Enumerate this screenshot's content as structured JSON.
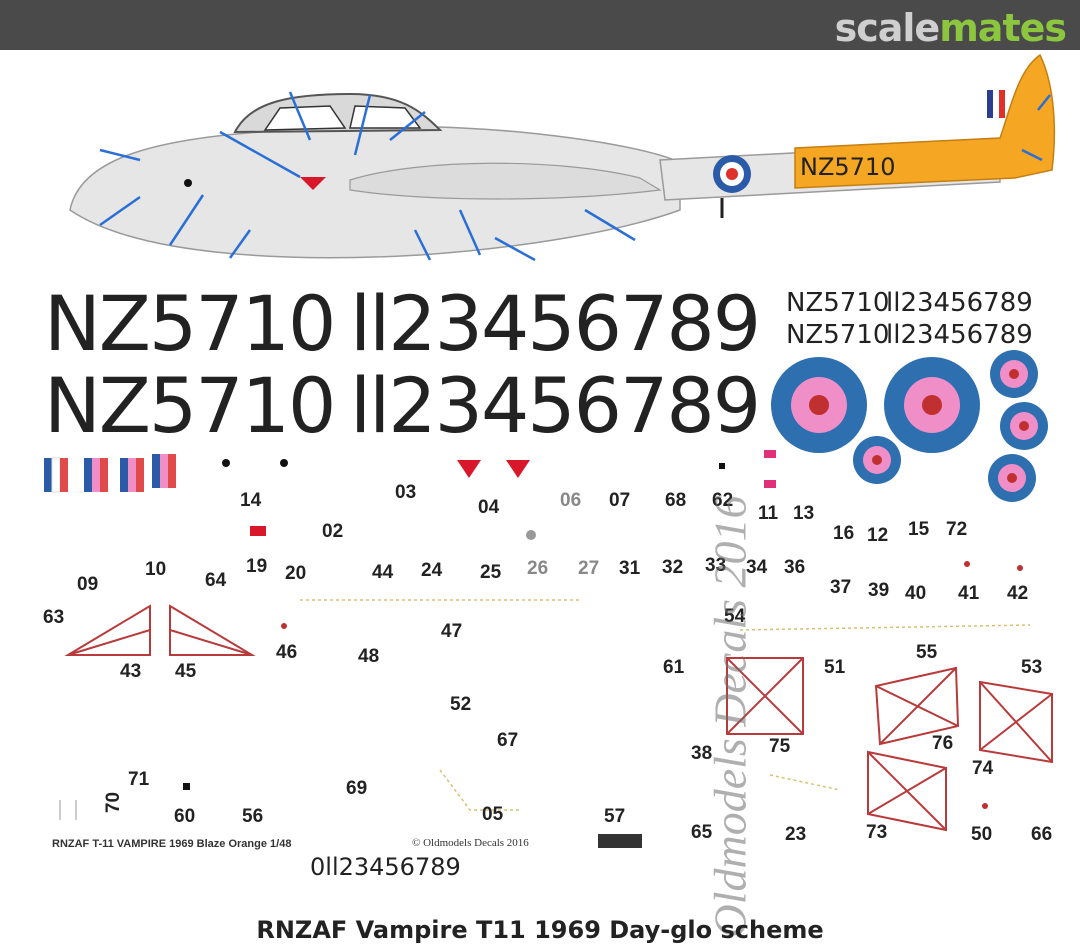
{
  "header": {
    "logo_part1": "scale",
    "logo_part2": "mates",
    "accent_color": "#8cc63f"
  },
  "aircraft_profile": {
    "serial": "NZ5710",
    "tail_color": "#f5a623",
    "body_color": "#e6e6e6"
  },
  "serials": {
    "large_serial": "NZ5710",
    "large_digits": "ll23456789",
    "small_serial": "NZ5710",
    "small_digits": "ll23456789",
    "bottom_digits": "0ll23456789"
  },
  "numbers": [
    "14",
    "03",
    "04",
    "06",
    "07",
    "68",
    "62",
    "11",
    "13",
    "02",
    "16",
    "12",
    "15",
    "72",
    "10",
    "64",
    "19",
    "20",
    "44",
    "24",
    "25",
    "26",
    "27",
    "31",
    "32",
    "33",
    "34",
    "36",
    "09",
    "37",
    "39",
    "40",
    "41",
    "42",
    "63",
    "54",
    "47",
    "46",
    "48",
    "43",
    "45",
    "61",
    "51",
    "55",
    "53",
    "52",
    "67",
    "38",
    "75",
    "76",
    "74",
    "71",
    "70",
    "69",
    "60",
    "56",
    "05",
    "57",
    "65",
    "23",
    "73",
    "50",
    "66"
  ],
  "footer": {
    "title": "RNZAF T-11 VAMPIRE 1969 Blaze Orange 1/48",
    "copyright": "© Oldmodels Decals 2016",
    "watermark": "Oldmodels Decals 2016"
  },
  "caption": "RNZAF Vampire T11 1969 Day-glo scheme"
}
